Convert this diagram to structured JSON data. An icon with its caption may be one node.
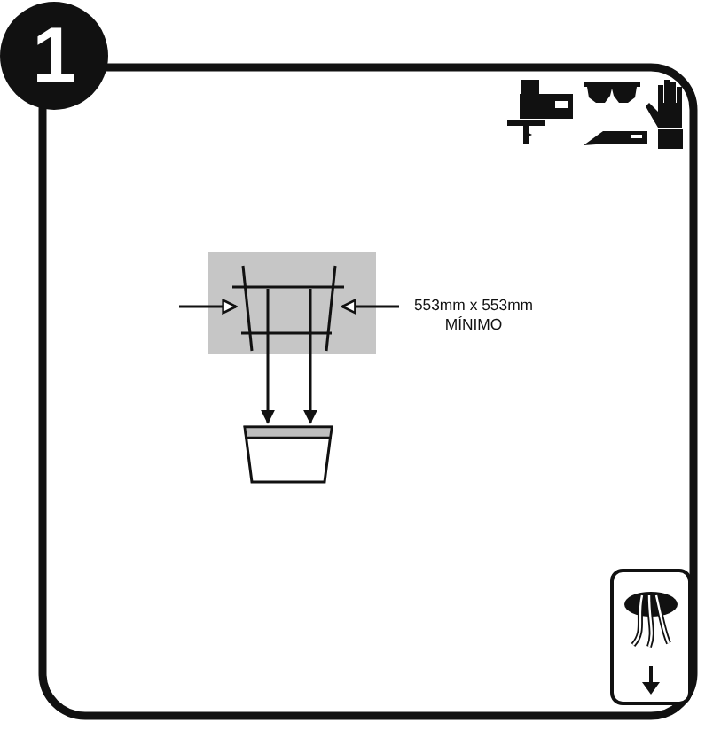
{
  "diagram": {
    "nodes": [
      {
        "text": [
          "1"
        ]
      },
      {
        "text": [],
        "shape": "box"
      },
      {
        "text": [],
        "shape": "box"
      }
    ],
    "edges": [
      {
        "from": 1,
        "to": 2,
        "arrow": "to"
      },
      {
        "from": 1,
        "to": 2,
        "arrow": "to"
      }
    ],
    "labels": [
      "553mm x 553mm MÍNIMO"
    ]
  }
}
